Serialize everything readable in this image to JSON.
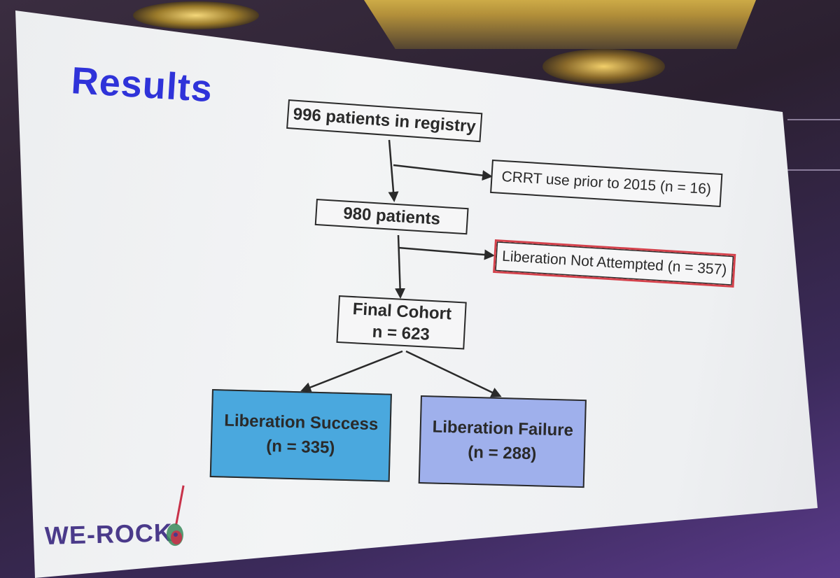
{
  "slide": {
    "title": "Results",
    "flowchart": {
      "registry": "996 patients in registry",
      "excluded_crrt": "CRRT use prior to 2015 (n = 16)",
      "remaining": "980 patients",
      "excluded_liberation": "Liberation Not Attempted (n = 357)",
      "final_cohort": {
        "line1": "Final Cohort",
        "line2": "n = 623"
      },
      "success": {
        "line1": "Liberation Success",
        "line2": "(n = 335)"
      },
      "failure": {
        "line1": "Liberation Failure",
        "line2": "(n = 288)"
      }
    },
    "colors": {
      "title": "#2f33d9",
      "success_fill": "#4aa8de",
      "failure_fill": "#9fb0ec",
      "excluded_border": "#d4424c",
      "logo_text": "#4a3a8a"
    },
    "logo": "WE-ROCK"
  }
}
